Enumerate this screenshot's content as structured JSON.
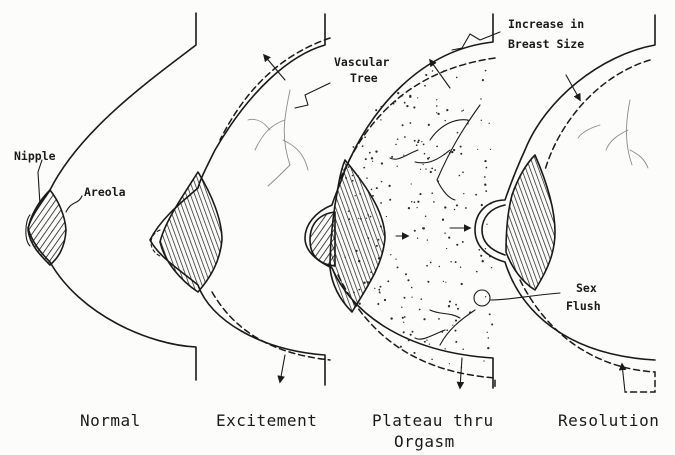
{
  "labels": {
    "nipple": "Nipple",
    "areola": "Areola",
    "vascular_tree_1": "Vascular",
    "vascular_tree_2": "Tree",
    "increase_1": "Increase in",
    "increase_2": "Breast Size",
    "sex_flush_1": "Sex",
    "sex_flush_2": "Flush"
  },
  "captions": {
    "normal": "Normal",
    "excitement": "Excitement",
    "plateau_1": "Plateau thru",
    "plateau_2": "Orgasm",
    "resolution": "Resolution"
  },
  "colors": {
    "ink": "#1a1a1a",
    "paper": "#fcfcfa"
  }
}
